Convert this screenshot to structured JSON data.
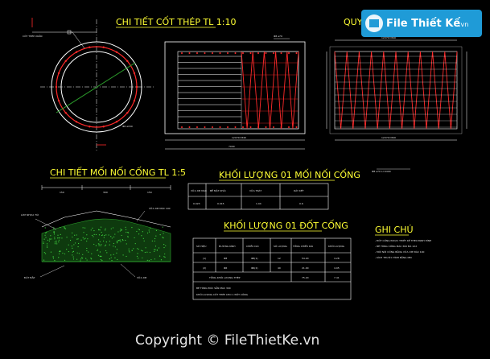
{
  "drawing": {
    "title_rebar": "CHI TIẾT CỐT THÉP TL 1:10",
    "title_spacing_partial": "QUY CÁCH",
    "title_joint": "CHI TIẾT MỐI NỐI CỐNG TL 1:5",
    "title_qty_joint": "KHỐI LƯỢNG 01 MỐI NỐI CỐNG",
    "title_qty_segment": "KHỐI LƯỢNG 01 ĐỐT CỐNG",
    "title_notes": "GHI CHÚ",
    "dim_7000": "7000",
    "dim_left_150": "150",
    "dim_mid_300": "300",
    "dim_right_150": "150",
    "circle_label": "CỐT THÉP XOẮN",
    "layer_label": "LỚP NHỰA TÚI",
    "layer_label_right": "VỮA XM MÁC 100",
    "pipe_label": "VỮA XM",
    "soil_label": "ĐẤT ĐẮP"
  },
  "table_joint": {
    "headers": [
      "VỮA XM MÁC",
      "BỀ MẶT KHẢI",
      "VỮA TRÁT",
      "DÂY KẾT"
    ],
    "row": [
      "0.023",
      "0.015",
      "1.04",
      "0.6"
    ]
  },
  "table_segment": {
    "headers": [
      "ĐƯỜNG KÍNH",
      "CHIỀU DÀI",
      "SỐ LƯỢNG",
      "TỔNG CHIỀU DÀI",
      "KHỐI LƯỢNG"
    ],
    "rows": [
      [
        "Φ8",
        "Φ8(1)",
        "12",
        "54.20",
        "4.28"
      ],
      [
        "Φ6",
        "Φ6(2)",
        "40",
        "21.00",
        "4.95"
      ]
    ],
    "total_label": "TỔNG KHỐI LƯỢNG THÉP",
    "total_values": [
      "75.20",
      "7.41"
    ],
    "note1": "BÊ TÔNG ĐÚC SẴN MÁC 300",
    "note2": "KHỐI LƯỢNG CỐT THÉP CHO 1 ĐỐT CỐNG"
  },
  "notes": {
    "lines": [
      "- ĐỐT CỐNG ĐƯỢC THIẾT KẾ THEO ĐỊNH HÌNH",
      "- BÊ TÔNG CỐNG MÁC 300 ĐÁ 1X2",
      "- MỐI NỐI CỐNG BẰNG VỮA XM MÁC 100",
      "- KÍCH THƯỚC TÍNH BẰNG MM"
    ]
  },
  "watermark": {
    "copyright": "Copyright © FileThietKe.vn",
    "logo_name": "File Thiết Kế",
    "logo_tld": ".vn"
  },
  "colors": {
    "background": "#000000",
    "title": "#ffff33",
    "rebar": "#ff2a2a",
    "green_hatch": "#2ca02c",
    "logo_blue": "#1f9bd7"
  }
}
